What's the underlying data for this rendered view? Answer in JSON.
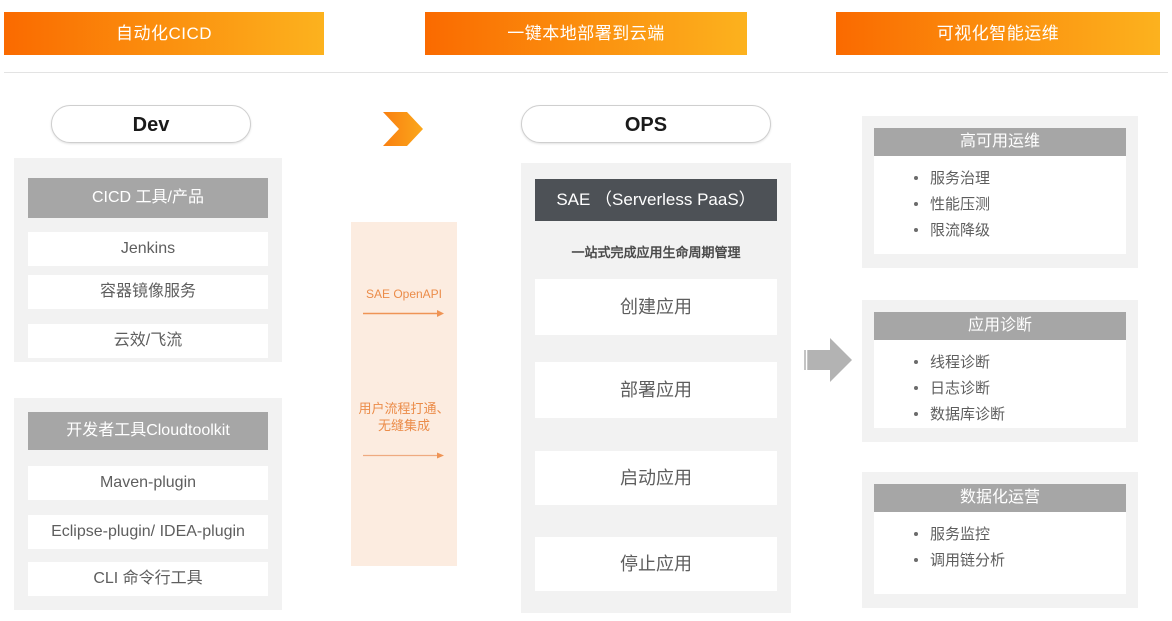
{
  "banners": [
    {
      "label": "自动化CICD"
    },
    {
      "label": "一键本地部署到云端"
    },
    {
      "label": "可视化智能运维"
    }
  ],
  "dev": {
    "pill_label": "Dev",
    "groups": [
      {
        "header": "CICD 工具/产品",
        "items": [
          "Jenkins",
          "容器镜像服务",
          "云效/飞流"
        ]
      },
      {
        "header": "开发者工具Cloudtoolkit",
        "items": [
          "Maven-plugin",
          "Eclipse-plugin/ IDEA-plugin",
          "CLI 命令行工具"
        ]
      }
    ]
  },
  "flow": {
    "chevron_icon": "chevron-right-icon",
    "label_1": "SAE OpenAPI",
    "arrow_1_icon": "arrow-right-icon",
    "label_2_line1": "用户流程打通、",
    "label_2_line2": "无缝集成",
    "arrow_2_icon": "arrow-right-icon"
  },
  "ops": {
    "pill_label": "OPS",
    "header": "SAE （Serverless PaaS）",
    "note": "一站式完成应用生命周期管理",
    "items": [
      "创建应用",
      "部署应用",
      "启动应用",
      "停止应用"
    ]
  },
  "transition": {
    "arrow_icon": "block-arrow-right-icon"
  },
  "cards": [
    {
      "header": "高可用运维",
      "items": [
        "服务治理",
        "性能压测",
        "限流降级"
      ]
    },
    {
      "header": "应用诊断",
      "items": [
        "线程诊断",
        "日志诊断",
        "数据库诊断"
      ]
    },
    {
      "header": "数据化运营",
      "items": [
        "服务监控",
        "调用链分析"
      ]
    }
  ],
  "colors": {
    "banner_start": "#fa6a00",
    "banner_end": "#fcb21e",
    "grey_header": "#a6a6a6",
    "dark_header": "#4d5156",
    "panel_bg": "#f2f2f2",
    "flow_strip_bg": "#fcece0",
    "flow_text": "#eb8c49"
  }
}
